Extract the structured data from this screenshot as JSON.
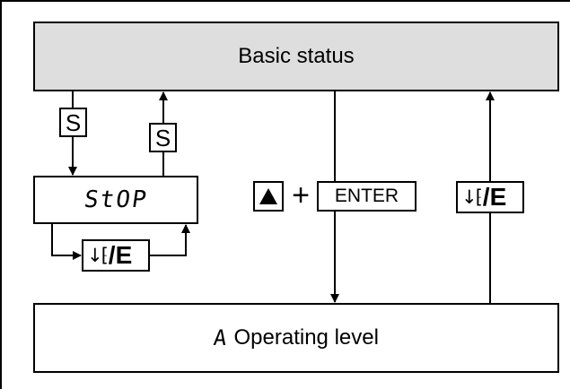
{
  "diagram": {
    "basic_status": {
      "label": "Basic status"
    },
    "operating_level": {
      "prefix_glyph": "A",
      "label": "Operating level"
    },
    "stop_display": {
      "text": "StOP"
    },
    "keys": {
      "s_key_down": "S",
      "s_key_up": "S",
      "stop_key": {
        "glyph": "↓⁅",
        "label": "/E"
      },
      "up_key": {
        "icon": "up-triangle-icon"
      },
      "plus": "+",
      "enter": "ENTER",
      "right_key": {
        "glyph": "↓⁅",
        "label": "/E"
      }
    }
  }
}
